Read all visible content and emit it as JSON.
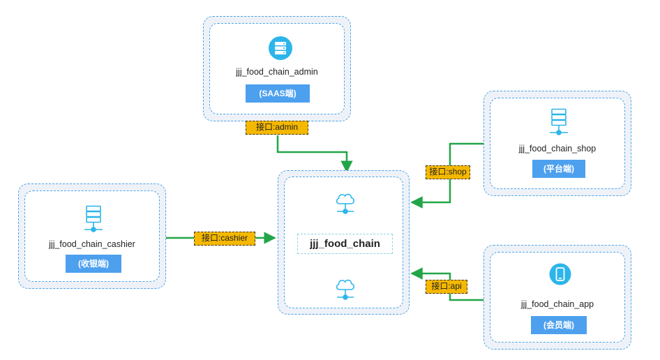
{
  "nodes": {
    "admin": {
      "title": "jjj_food_chain_admin",
      "tag": "(SAAS端)"
    },
    "shop": {
      "title": "jjj_food_chain_shop",
      "tag": "(平台端)"
    },
    "cashier": {
      "title": "jjj_food_chain_cashier",
      "tag": "(收银端)"
    },
    "app": {
      "title": "jjj_food_chain_app",
      "tag": "(会员端)"
    },
    "center": {
      "title": "jjj_food_chain"
    }
  },
  "interfaces": {
    "admin": "接口:admin",
    "shop": "接口:shop",
    "cashier": "接口:cashier",
    "api": "接口:api"
  },
  "colors": {
    "connector": "#22a548",
    "panel_border": "#4aa3e8",
    "tag_bg": "#4da0ee",
    "interface_bg": "#f5b800",
    "icon_blue": "#2cb5ea"
  },
  "icons": {
    "admin": "server-icon",
    "shop": "server-network-icon",
    "cashier": "server-network-icon",
    "app": "mobile-phone-icon",
    "center_top": "cloud-network-icon",
    "center_bottom": "cloud-network-icon"
  }
}
